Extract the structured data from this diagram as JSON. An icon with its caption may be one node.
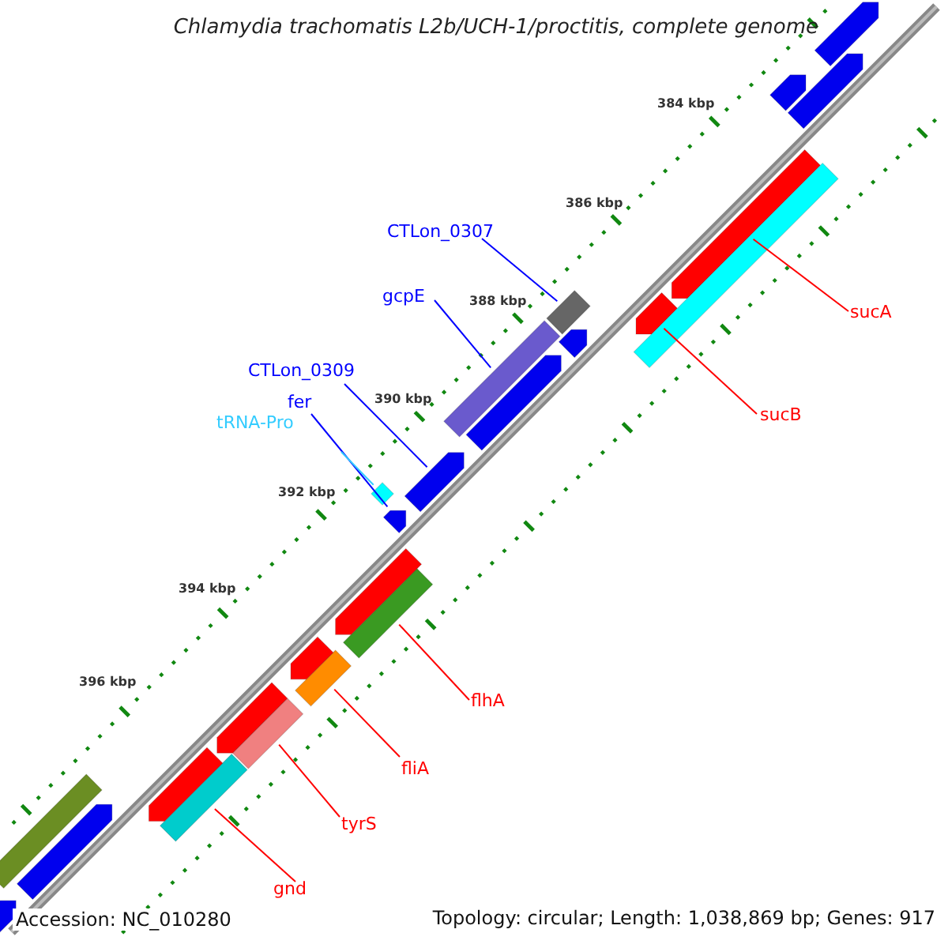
{
  "diagram": {
    "title": "Chlamydia trachomatis L2b/UCH-1/proctitis, complete genome",
    "nodes": [
      {
        "text": [
          "CTLon_0307"
        ]
      },
      {
        "text": [],
        "shape": "bar"
      },
      {
        "text": [
          "gcpE"
        ]
      },
      {
        "text": [],
        "shape": "bar"
      },
      {
        "text": [
          "sucA"
        ]
      },
      {
        "text": [],
        "shape": "bar"
      },
      {
        "text": [
          "CTLon_0309"
        ]
      },
      {
        "text": [],
        "shape": "bar"
      },
      {
        "text": [
          "fer"
        ]
      },
      {
        "text": [],
        "shape": "bar"
      },
      {
        "text": [
          "tRNA-Pro"
        ]
      },
      {
        "text": [],
        "shape": "bar"
      },
      {
        "text": [
          "sucB"
        ]
      },
      {
        "text": [],
        "shape": "bar"
      },
      {
        "text": [
          "flhA"
        ]
      },
      {
        "text": [],
        "shape": "bar"
      },
      {
        "text": [
          "fliA"
        ]
      },
      {
        "text": [],
        "shape": "bar"
      },
      {
        "text": [
          "tyrS"
        ]
      },
      {
        "text": [],
        "shape": "bar"
      },
      {
        "text": [
          "gnd"
        ]
      },
      {
        "text": [],
        "shape": "bar"
      },
      {
        "text": [],
        "shape": "bar"
      },
      {
        "text": [],
        "shape": "bar"
      },
      {
        "text": [],
        "shape": "bar"
      },
      {
        "text": [],
        "shape": "bar"
      },
      {
        "text": [],
        "shape": "bar"
      },
      {
        "text": [],
        "shape": "bar"
      },
      {
        "text": [],
        "shape": "bar"
      },
      {
        "text": [],
        "shape": "bar"
      },
      {
        "text": [],
        "shape": "bar"
      },
      {
        "text": [],
        "shape": "bar"
      },
      {
        "text": [],
        "shape": "bar"
      },
      {
        "text": [],
        "shape": "bar"
      },
      {
        "text": [],
        "shape": "bar"
      }
    ],
    "edges": [
      {
        "from": 0,
        "to": 1,
        "arrow": "none",
        "color": "#0000ff"
      },
      {
        "from": 2,
        "to": 3,
        "arrow": "none",
        "color": "#0000ff"
      },
      {
        "from": 4,
        "to": 5,
        "arrow": "none"
      },
      {
        "from": 6,
        "to": 7,
        "arrow": "none",
        "color": "#0000ff"
      },
      {
        "from": 8,
        "to": 9,
        "arrow": "none",
        "color": "#0000ff"
      },
      {
        "from": 10,
        "to": 11,
        "arrow": "none",
        "color": "#33ccff"
      },
      {
        "from": 12,
        "to": 13,
        "arrow": "none"
      },
      {
        "from": 14,
        "to": 15,
        "arrow": "none"
      },
      {
        "from": 16,
        "to": 17,
        "arrow": "none"
      },
      {
        "from": 18,
        "to": 19,
        "arrow": "none"
      },
      {
        "from": 20,
        "to": 21,
        "arrow": "none"
      }
    ],
    "labels": [
      "384 kbp",
      "386 kbp",
      "388 kbp",
      "390 kbp",
      "392 kbp",
      "394 kbp",
      "396 kbp",
      "Accession: NC_010280",
      "Topology: circular; Length: 1,038,869 bp; Genes: 917"
    ]
  }
}
